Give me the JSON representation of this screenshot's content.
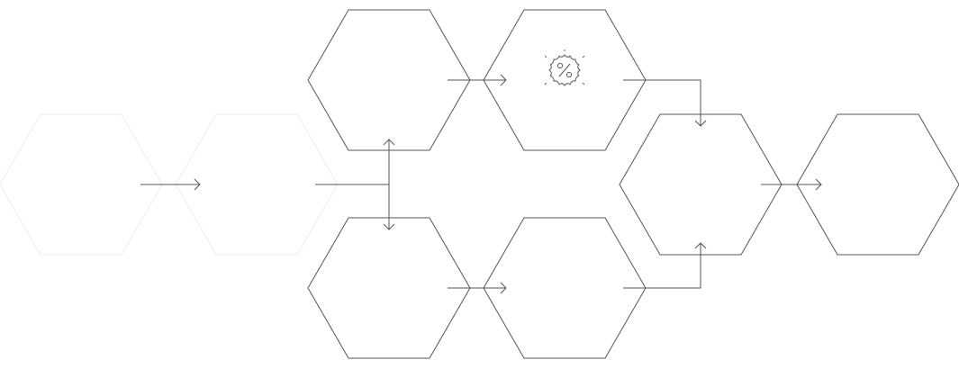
{
  "diagram": {
    "colors": {
      "faded_outline": "#ececec",
      "outline": "#555555",
      "icon": "#666666"
    },
    "nodes": [
      {
        "id": "hex-1",
        "style": "faded"
      },
      {
        "id": "hex-2",
        "style": "faded"
      },
      {
        "id": "hex-3",
        "style": "normal"
      },
      {
        "id": "hex-4",
        "style": "normal",
        "icon": "discount-badge-icon"
      },
      {
        "id": "hex-5",
        "style": "normal"
      },
      {
        "id": "hex-6",
        "style": "normal"
      },
      {
        "id": "hex-7",
        "style": "normal"
      },
      {
        "id": "hex-8",
        "style": "normal"
      }
    ],
    "edges": [
      {
        "from": "hex-1",
        "to": "hex-2"
      },
      {
        "from": "hex-2",
        "to": "hex-3"
      },
      {
        "from": "hex-2",
        "to": "hex-5"
      },
      {
        "from": "hex-3",
        "to": "hex-4"
      },
      {
        "from": "hex-4",
        "to": "hex-7"
      },
      {
        "from": "hex-5",
        "to": "hex-6"
      },
      {
        "from": "hex-6",
        "to": "hex-7"
      },
      {
        "from": "hex-7",
        "to": "hex-8"
      }
    ]
  }
}
